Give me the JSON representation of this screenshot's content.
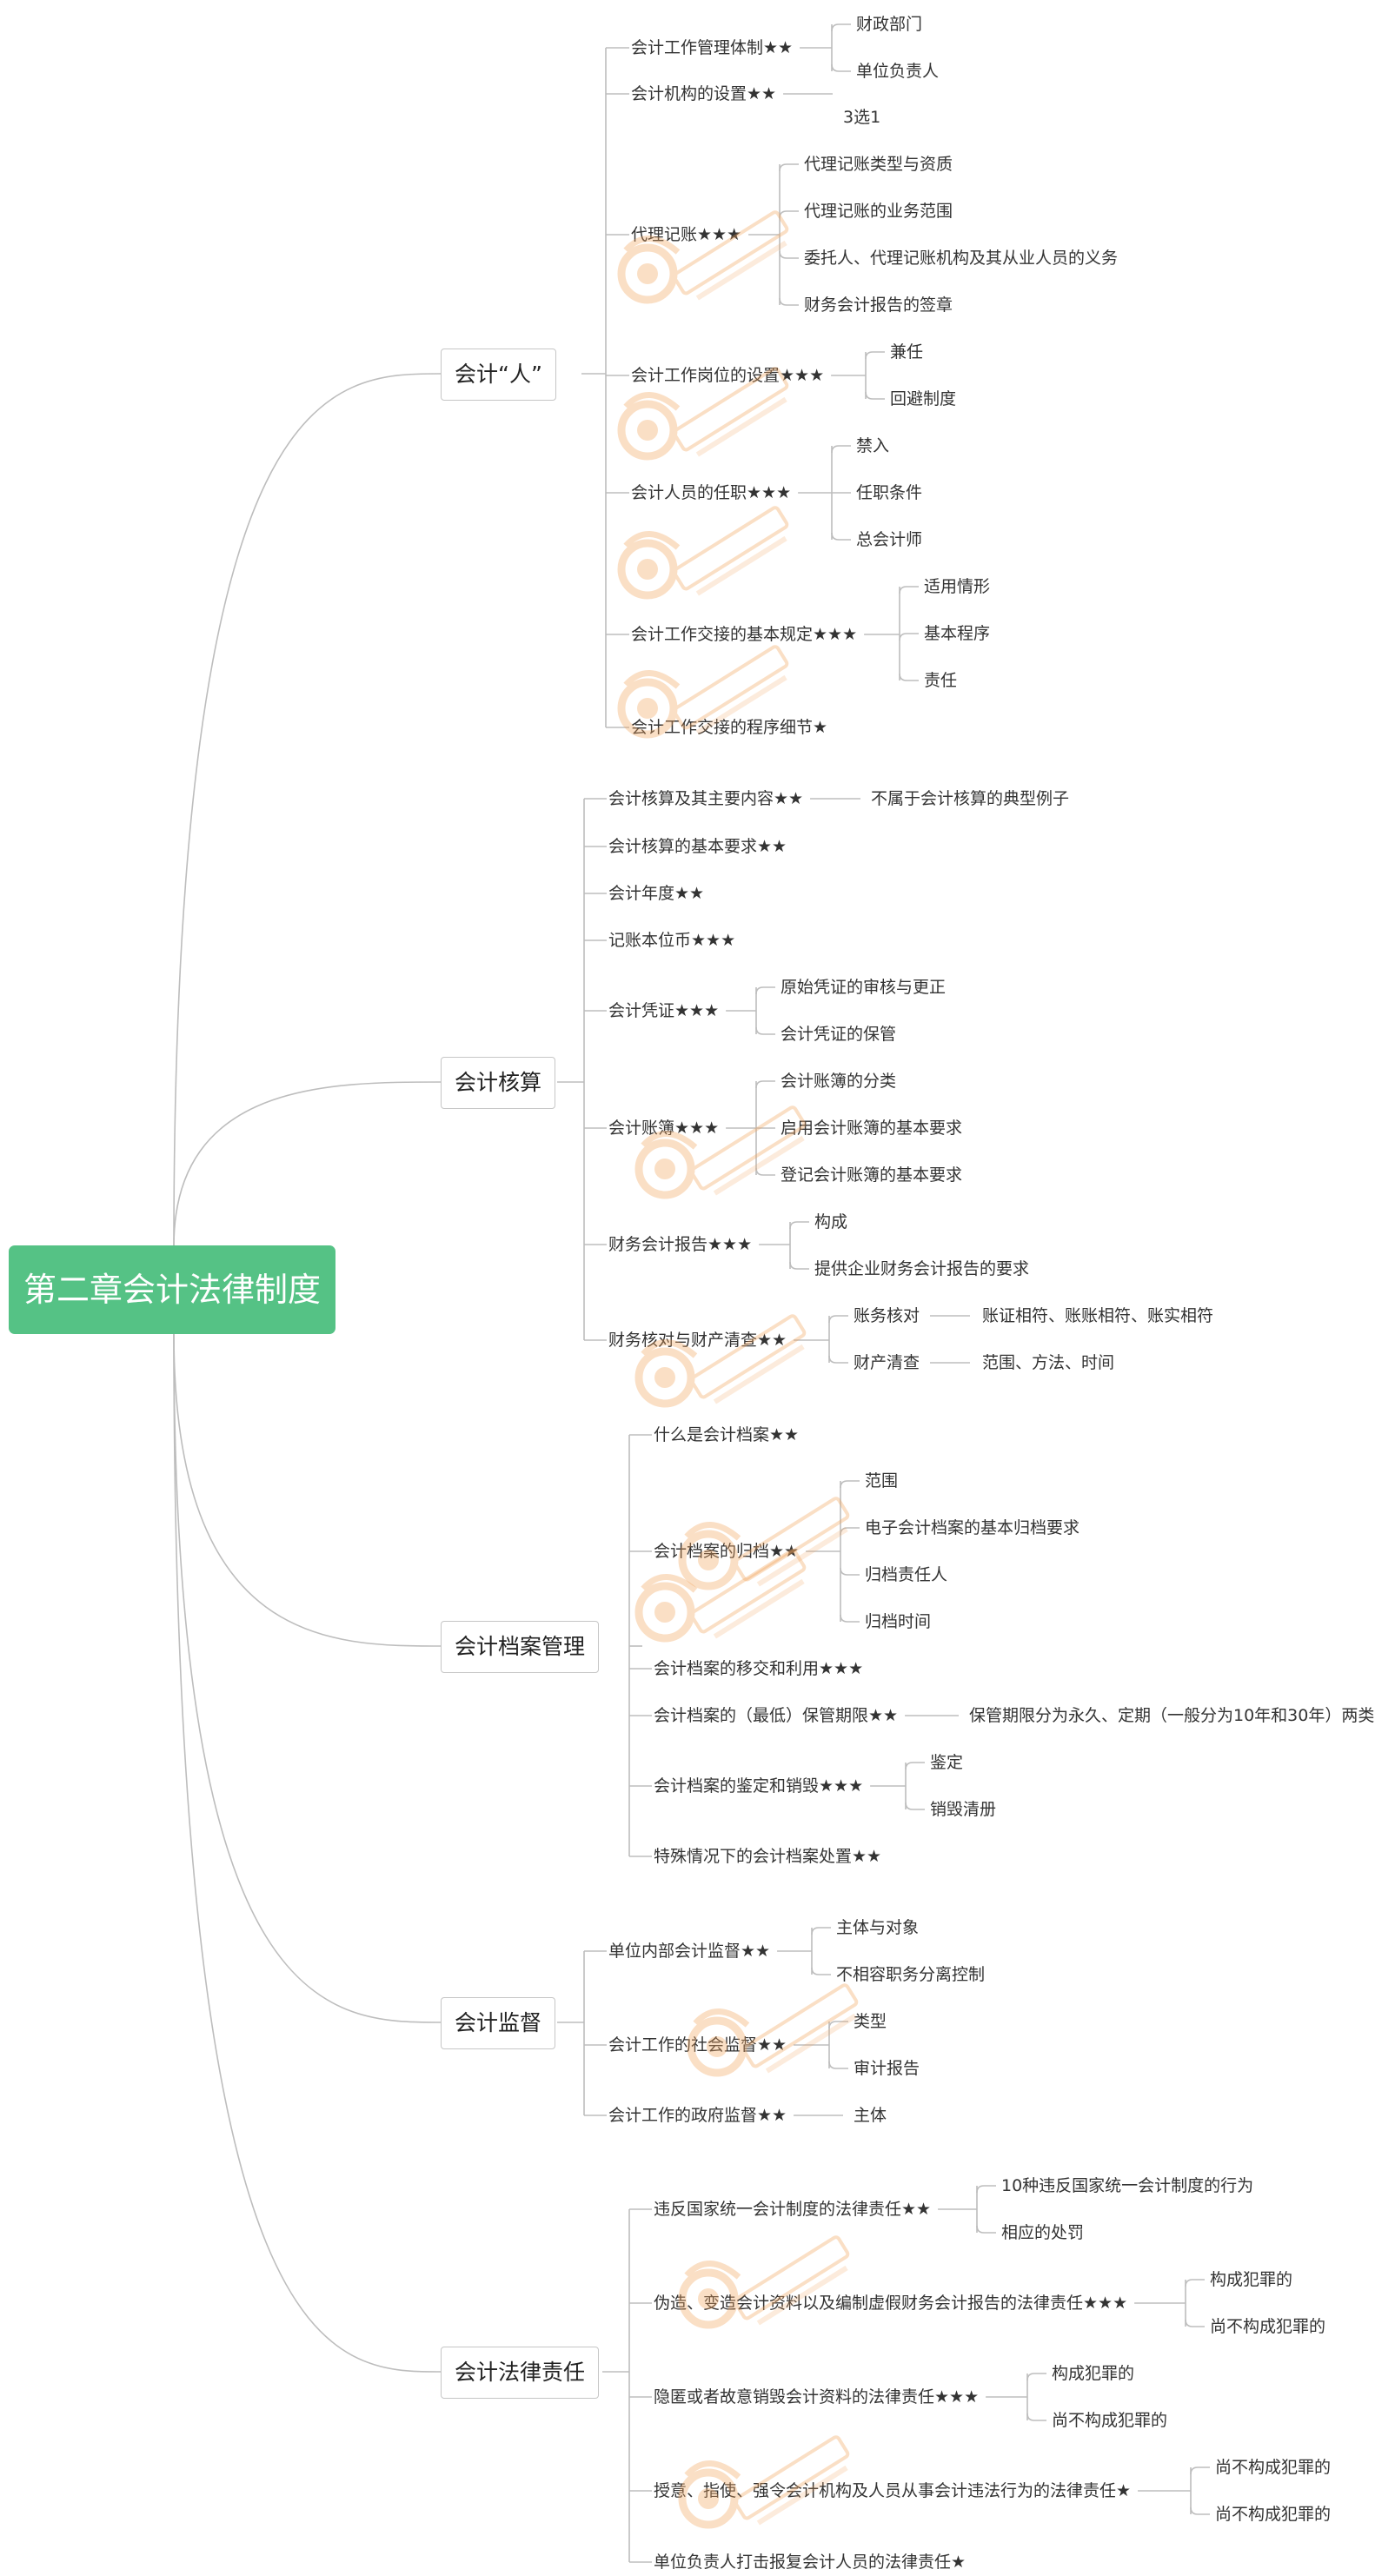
{
  "root": "第二章会计法律制度",
  "branches": [
    {
      "label": "会计“人”",
      "children": [
        {
          "label": "会计工作管理体制★★",
          "children": [
            {
              "label": "财政部门"
            },
            {
              "label": "单位负责人"
            }
          ]
        },
        {
          "label": "会计机构的设置★★",
          "children": [
            {
              "label": "3选1"
            }
          ]
        },
        {
          "label": "代理记账★★★",
          "children": [
            {
              "label": "代理记账类型与资质"
            },
            {
              "label": "代理记账的业务范围"
            },
            {
              "label": "委托人、代理记账机构及其从业人员的义务"
            },
            {
              "label": "财务会计报告的签章"
            }
          ]
        },
        {
          "label": "会计工作岗位的设置★★★",
          "children": [
            {
              "label": "兼任"
            },
            {
              "label": "回避制度"
            }
          ]
        },
        {
          "label": "会计人员的任职★★★",
          "children": [
            {
              "label": "禁入"
            },
            {
              "label": "任职条件"
            },
            {
              "label": "总会计师"
            }
          ]
        },
        {
          "label": "会计工作交接的基本规定★★★",
          "children": [
            {
              "label": "适用情形"
            },
            {
              "label": "基本程序"
            },
            {
              "label": "责任"
            }
          ]
        },
        {
          "label": "会计工作交接的程序细节★",
          "children": []
        }
      ]
    },
    {
      "label": "会计核算",
      "children": [
        {
          "label": "会计核算及其主要内容★★",
          "children": [
            {
              "label": "不属于会计核算的典型例子"
            }
          ]
        },
        {
          "label": "会计核算的基本要求★★",
          "children": []
        },
        {
          "label": "会计年度★★",
          "children": []
        },
        {
          "label": "记账本位币★★★",
          "children": []
        },
        {
          "label": "会计凭证★★★",
          "children": [
            {
              "label": "原始凭证的审核与更正"
            },
            {
              "label": "会计凭证的保管"
            }
          ]
        },
        {
          "label": "会计账簿★★★",
          "children": [
            {
              "label": "会计账簿的分类"
            },
            {
              "label": "启用会计账簿的基本要求"
            },
            {
              "label": "登记会计账簿的基本要求"
            }
          ]
        },
        {
          "label": "财务会计报告★★★",
          "children": [
            {
              "label": "构成"
            },
            {
              "label": "提供企业财务会计报告的要求"
            }
          ]
        },
        {
          "label": "财务核对与财产清查★★",
          "children": [
            {
              "label": "账务核对",
              "children": [
                {
                  "label": "账证相符、账账相符、账实相符"
                }
              ]
            },
            {
              "label": "财产清查",
              "children": [
                {
                  "label": "范围、方法、时间"
                }
              ]
            }
          ]
        }
      ]
    },
    {
      "label": "会计档案管理",
      "children": [
        {
          "label": "什么是会计档案★★",
          "children": []
        },
        {
          "label": "会计档案的归档★★",
          "children": [
            {
              "label": "范围"
            },
            {
              "label": "电子会计档案的基本归档要求"
            },
            {
              "label": "归档责任人"
            },
            {
              "label": "归档时间"
            }
          ]
        },
        {
          "label": "会计档案的移交和利用★★★",
          "children": []
        },
        {
          "label": "会计档案的（最低）保管期限★★",
          "children": [
            {
              "label": "保管期限分为永久、定期（一般分为10年和30年）两类"
            }
          ]
        },
        {
          "label": "会计档案的鉴定和销毁★★★",
          "children": [
            {
              "label": "鉴定"
            },
            {
              "label": "销毁清册"
            }
          ]
        },
        {
          "label": "特殊情况下的会计档案处置★★",
          "children": []
        }
      ]
    },
    {
      "label": "会计监督",
      "children": [
        {
          "label": "单位内部会计监督★★",
          "children": [
            {
              "label": "主体与对象"
            },
            {
              "label": "不相容职务分离控制"
            }
          ]
        },
        {
          "label": "会计工作的社会监督★★",
          "children": [
            {
              "label": "类型"
            },
            {
              "label": "审计报告"
            }
          ]
        },
        {
          "label": "会计工作的政府监督★★",
          "children": [
            {
              "label": "主体"
            }
          ]
        }
      ]
    },
    {
      "label": "会计法律责任",
      "children": [
        {
          "label": "违反国家统一会计制度的法律责任★★",
          "children": [
            {
              "label": "10种违反国家统一会计制度的行为"
            },
            {
              "label": "相应的处罚"
            }
          ]
        },
        {
          "label": "伪造、变造会计资料以及编制虚假财务会计报告的法律责任★★★",
          "children": [
            {
              "label": "构成犯罪的"
            },
            {
              "label": "尚不构成犯罪的"
            }
          ]
        },
        {
          "label": "隐匿或者故意销毁会计资料的法律责任★★★",
          "children": [
            {
              "label": "构成犯罪的"
            },
            {
              "label": "尚不构成犯罪的"
            }
          ]
        },
        {
          "label": "授意、指使、强令会计机构及人员从事会计违法行为的法律责任★",
          "children": [
            {
              "label": "尚不构成犯罪的"
            },
            {
              "label": "尚不构成犯罪的"
            }
          ]
        },
        {
          "label": "单位负责人打击报复会计人员的法律责任★",
          "children": []
        }
      ]
    }
  ],
  "colors": {
    "root_fill": "#55c285",
    "line": "#bdbdbd",
    "watermark": "#f2a45c"
  },
  "watermark_icon": "watermark-logo-icon"
}
